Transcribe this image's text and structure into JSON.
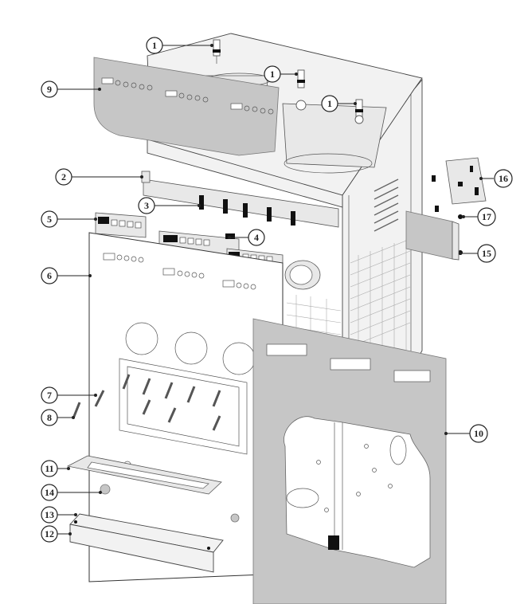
{
  "callouts": [
    {
      "label": "1"
    },
    {
      "label": "1"
    },
    {
      "label": "1"
    },
    {
      "label": "9"
    },
    {
      "label": "2"
    },
    {
      "label": "3"
    },
    {
      "label": "5"
    },
    {
      "label": "4"
    },
    {
      "label": "6"
    },
    {
      "label": "16"
    },
    {
      "label": "17"
    },
    {
      "label": "15"
    },
    {
      "label": "7"
    },
    {
      "label": "8"
    },
    {
      "label": "10"
    },
    {
      "label": "11"
    },
    {
      "label": "14"
    },
    {
      "label": "13"
    },
    {
      "label": "12"
    }
  ]
}
